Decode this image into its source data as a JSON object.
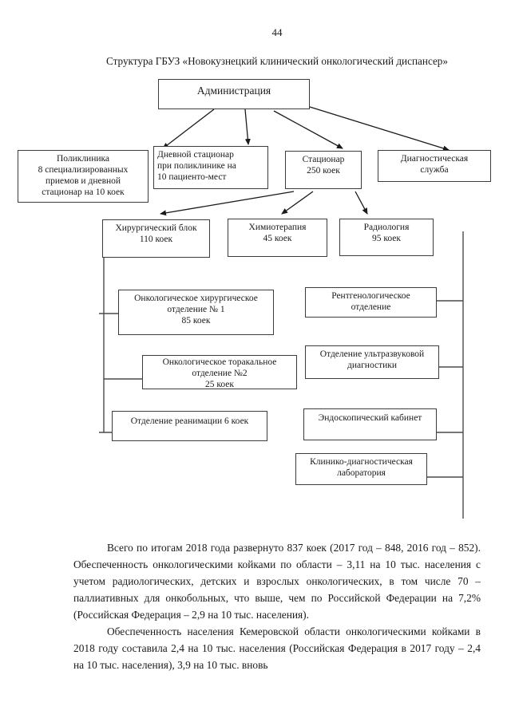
{
  "page": {
    "number": "44",
    "title": "Структура ГБУЗ «Новокузнецкий клинический онкологический диспансер»"
  },
  "diagram": {
    "administration": {
      "lines": [
        "Администрация"
      ]
    },
    "polyclinic": {
      "lines": [
        "Поликлиника",
        "8 специализированных",
        "приемов и дневной",
        "стационар на 10 коек"
      ]
    },
    "day_hospital": {
      "lines": [
        "Дневной стационар",
        "при поликлинике на",
        "10 пациенто-мест"
      ]
    },
    "inpatient": {
      "lines": [
        "Стационар",
        "250 коек"
      ]
    },
    "diagnostic_service": {
      "lines": [
        "Диагностическая",
        "служба"
      ]
    },
    "surgical_block": {
      "lines": [
        "Хирургический блок",
        "110 коек"
      ]
    },
    "chemotherapy": {
      "lines": [
        "Химиотерапия",
        "45 коек"
      ]
    },
    "radiology": {
      "lines": [
        "Радиология",
        "95 коек"
      ]
    },
    "onco_surgical": {
      "lines": [
        "Онкологическое хирургическое",
        "отделение № 1",
        "85 коек"
      ]
    },
    "onco_thoracic": {
      "lines": [
        "Онкологическое торакальное",
        "отделение №2",
        "25 коек"
      ]
    },
    "reanimation": {
      "lines": [
        "Отделение реанимации 6 коек"
      ]
    },
    "xray": {
      "lines": [
        "Рентгенологическое",
        "отделение"
      ]
    },
    "ultrasound": {
      "lines": [
        "Отделение ультразвуковой",
        "диагностики"
      ]
    },
    "endoscopy": {
      "lines": [
        "Эндоскопический кабинет"
      ]
    },
    "lab": {
      "lines": [
        "Клинико-диагностическая",
        "лаборатория"
      ]
    }
  },
  "body_text": {
    "paragraph1": "Всего по итогам 2018 года развернуто 837 коек (2017 год – 848, 2016 год – 852). Обеспеченность онкологическими койками по области – 3,11 на 10 тыс. населения с учетом радиологических, детских и взрослых онкологических, в том числе 70 – паллиативных для онкобольных, что выше, чем по Российской Федерации на 7,2% (Российская Федерация – 2,9 на 10 тыс. населения).",
    "paragraph2": "Обеспеченность населения Кемеровской области онкологическими койками в 2018 году составила 2,4 на 10 тыс. населения (Российская Федерация в 2017 году – 2,4 на 10 тыс. населения), 3,9 на 10 тыс. вновь"
  },
  "colors": {
    "background": "#ffffff",
    "ink": "#1a1a1a",
    "box_border": "#3c3c3c",
    "connector": "#1a1a1a"
  }
}
